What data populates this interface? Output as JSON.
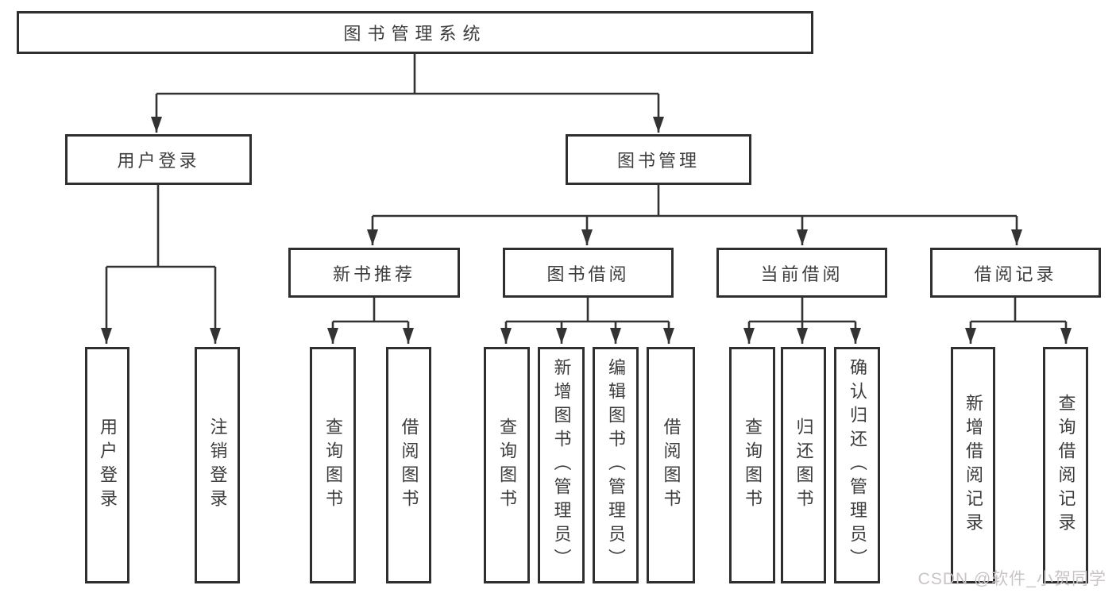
{
  "diagram": {
    "type": "hierarchy-tree",
    "orientation": "top-down"
  },
  "root": {
    "label": "图书管理系统",
    "children": [
      {
        "label": "用户登录",
        "children": [
          {
            "label": "用户登录"
          },
          {
            "label": "注销登录"
          }
        ]
      },
      {
        "label": "图书管理",
        "children": [
          {
            "label": "新书推荐",
            "children": [
              {
                "label": "查询图书"
              },
              {
                "label": "借阅图书"
              }
            ]
          },
          {
            "label": "图书借阅",
            "children": [
              {
                "label": "查询图书"
              },
              {
                "label": "新增图书（管理员）"
              },
              {
                "label": "编辑图书（管理员）"
              },
              {
                "label": "借阅图书"
              }
            ]
          },
          {
            "label": "当前借阅",
            "children": [
              {
                "label": "查询图书"
              },
              {
                "label": "归还图书"
              },
              {
                "label": "确认归还（管理员）"
              }
            ]
          },
          {
            "label": "借阅记录",
            "children": [
              {
                "label": "新增借阅记录"
              },
              {
                "label": "查询借阅记录"
              }
            ]
          }
        ]
      }
    ]
  },
  "watermark": "CSDN @软件_小贺同学",
  "colors": {
    "background": "#ffffff",
    "line": "#333333",
    "box_border": "#2f2f2f",
    "box_fill": "#ffffff",
    "text": "#3c3c3c",
    "watermark": "#c9c4c6"
  }
}
